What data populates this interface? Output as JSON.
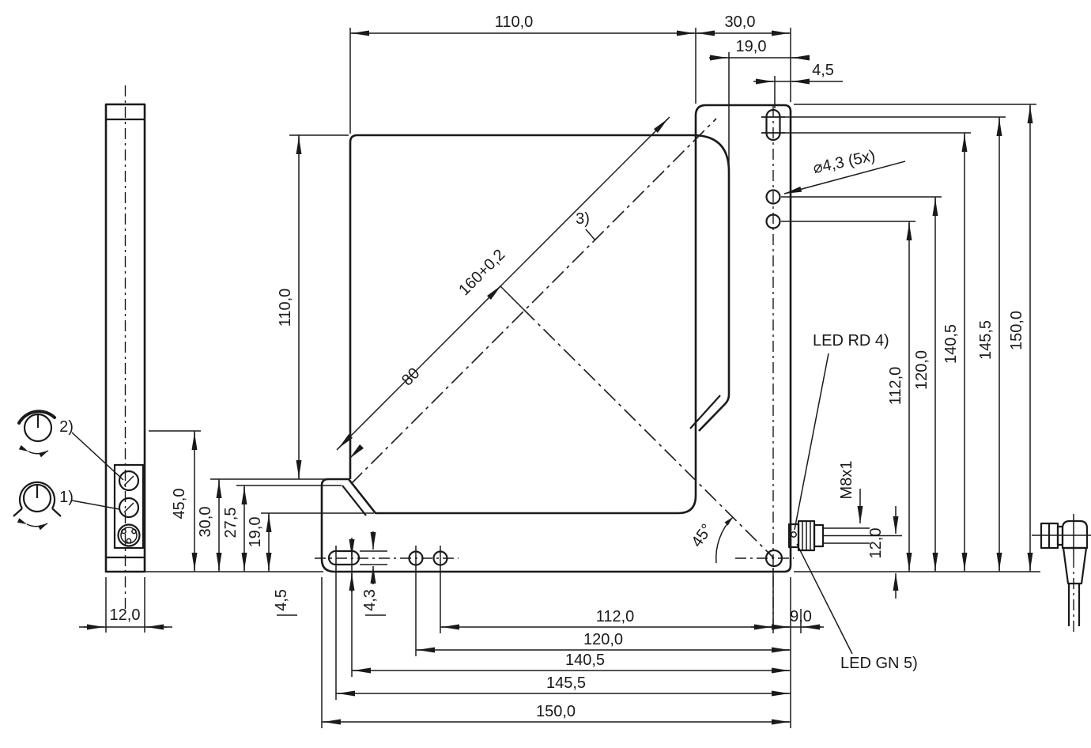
{
  "front_view": {
    "top": {
      "w110": "110,0",
      "w30": "30,0",
      "w19": "19,0",
      "w45": "4,5"
    },
    "left": {
      "h110": "110,0",
      "h30": "30,0",
      "h27": "27,5",
      "h19": "19,0",
      "v45": "4,5",
      "v43": "4,3"
    },
    "right_chain": [
      "112,0",
      "120,0",
      "140,5",
      "145,5",
      "150,0"
    ],
    "bottom_chain": [
      "112,0",
      "120,0",
      "140,5",
      "145,5",
      "150,0"
    ],
    "bottom": {
      "d9": "9,0"
    },
    "connector": {
      "thread": "M8x1",
      "height": "12,0",
      "led_red": "LED RD 4)",
      "led_green": "LED GN 5)"
    },
    "diagonal": {
      "total": "160+0,2",
      "half": "80",
      "note": "3)",
      "angle": "45°"
    },
    "holes": {
      "callout": "⌀4,3  (5x)"
    }
  },
  "side_view": {
    "width": "12,0",
    "lower_height": "45,0",
    "knob1": "1)",
    "knob2": "2)"
  }
}
